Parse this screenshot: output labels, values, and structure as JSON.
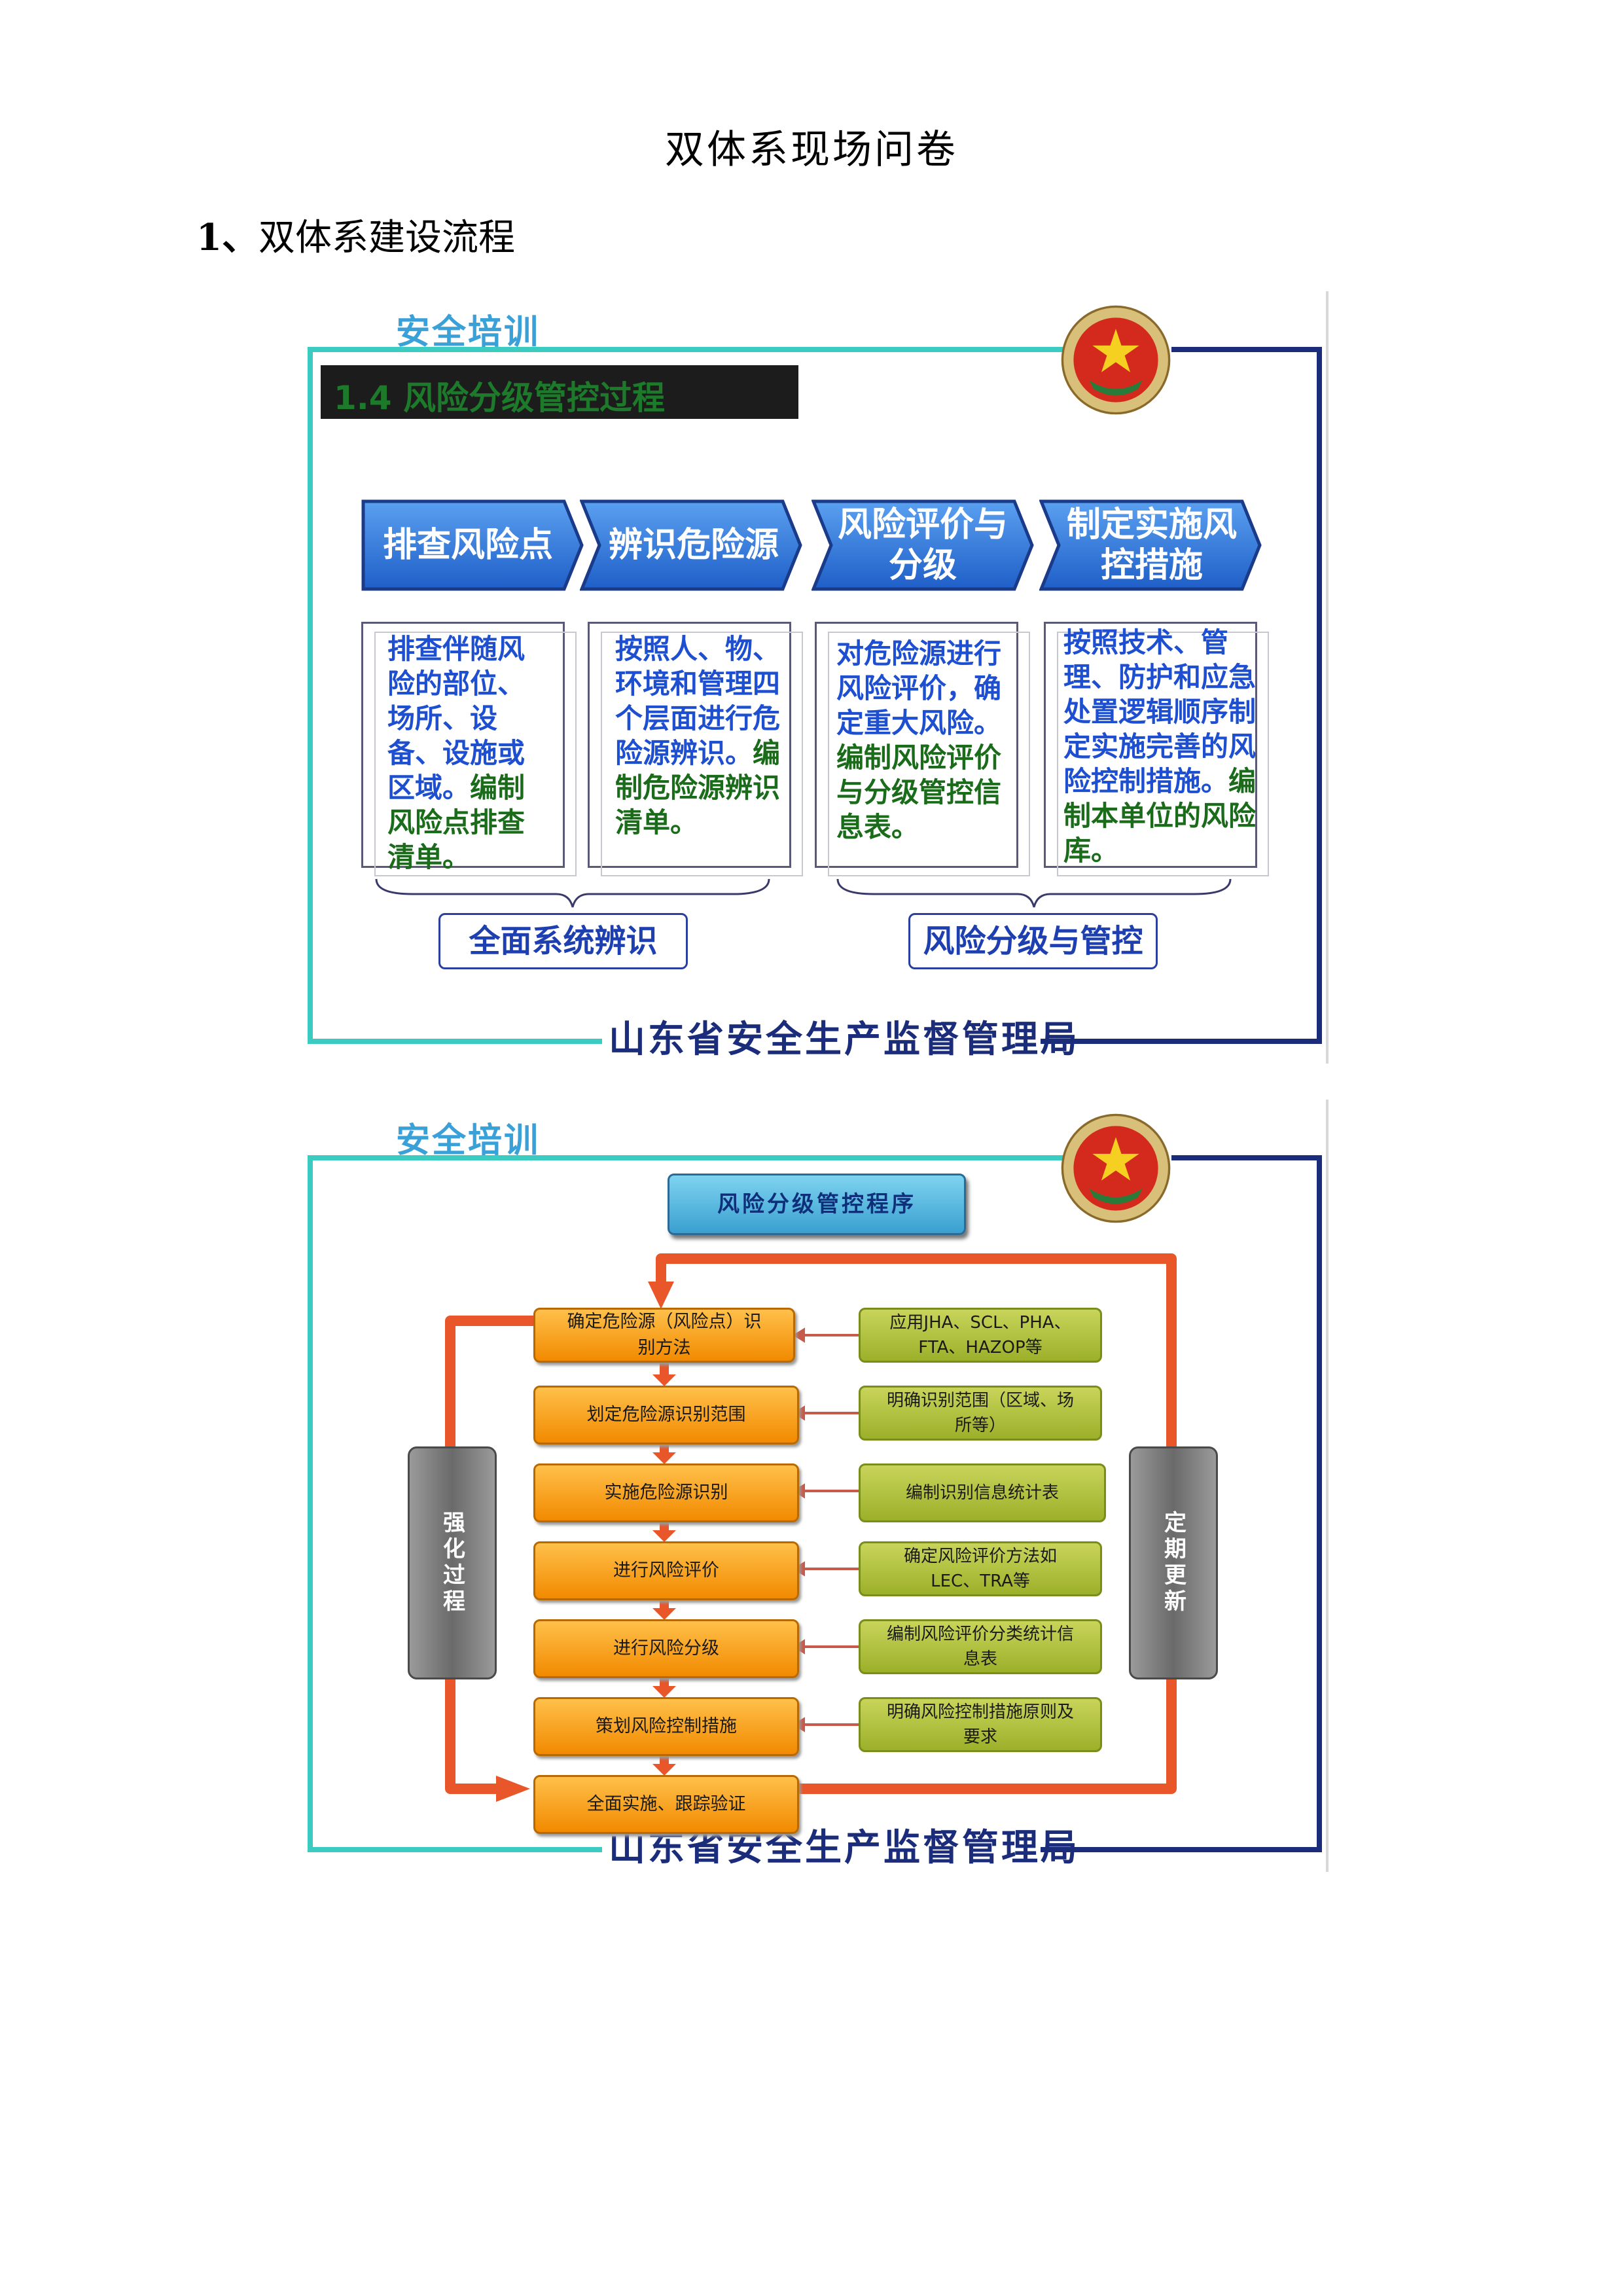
{
  "document": {
    "title": "双体系现场问卷",
    "section_number": "1、",
    "section_title": "双体系建设流程"
  },
  "common": {
    "training_label": "安全培训",
    "footer": "山东省安全生产监督管理局"
  },
  "slide1": {
    "title": "1.4 风险分级管控过程",
    "steps": [
      {
        "label": "排查风险点",
        "blue_text": "排查伴随风险的部位、场所、设备、设施或区域。",
        "green_text": "编制风险点排查清单。"
      },
      {
        "label": "辨识危险源",
        "blue_text": "按照人、物、环境和管理四个层面进行危险源辨识。",
        "green_text": "编制危险源辨识清单。"
      },
      {
        "label": "风险评价与分级",
        "blue_text": "对危险源进行风险评价，确定重大风险。",
        "green_text": "编制风险评价与分级管控信息表。"
      },
      {
        "label": "制定实施风控措施",
        "blue_text": "按照技术、管理、防护和应急处置逻辑顺序制定实施完善的风险控制措施。",
        "green_text": "编制本单位的风险库。"
      }
    ],
    "groups": [
      "全面系统辨识",
      "风险分级与管控"
    ]
  },
  "slide2": {
    "title": "风险分级管控程序",
    "process_steps": [
      "确定危险源（风险点）识别方法",
      "划定危险源识别范围",
      "实施危险源识别",
      "进行风险评价",
      "进行风险分级",
      "策划风险控制措施",
      "全面实施、跟踪验证"
    ],
    "notes": [
      "应用JHA、SCL、PHA、FTA、HAZOP等",
      "明确识别范围（区域、场所等）",
      "编制识别信息统计表",
      "确定风险评价方法如LEC、TRA等",
      "编制风险评价分类统计信息表",
      "明确风险控制措施原则及要求"
    ],
    "left_label": "强化过程",
    "right_label": "定期更新",
    "colors": {
      "arrow": "#e8562a",
      "process": "#f5a623",
      "note": "#b4c43c",
      "pill": "#808080"
    }
  }
}
